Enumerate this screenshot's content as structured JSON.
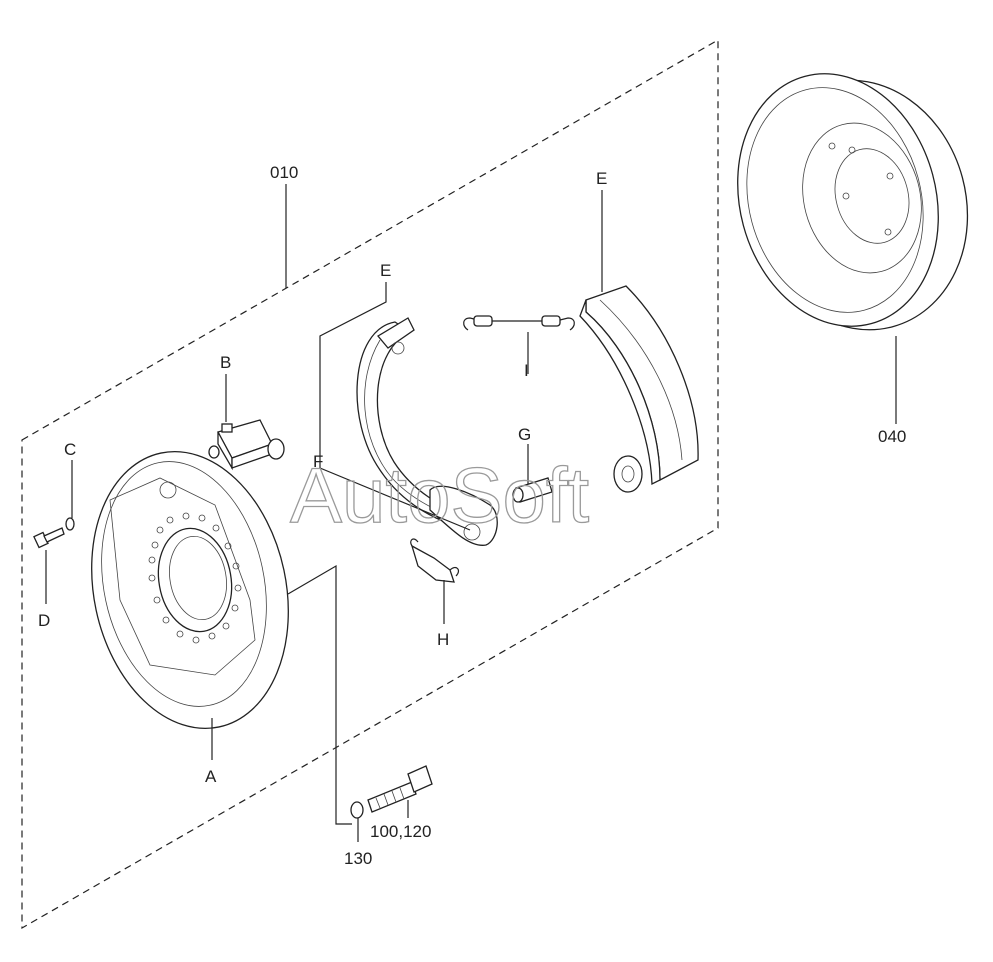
{
  "labels": {
    "assembly": "010",
    "drum": "040",
    "bolt": "100,120",
    "washer": "130",
    "a": "A",
    "b": "B",
    "c": "C",
    "d": "D",
    "e_left": "E",
    "e_right": "E",
    "f": "F",
    "g": "G",
    "h": "H",
    "i": "I"
  },
  "watermark": "AutoSoft"
}
